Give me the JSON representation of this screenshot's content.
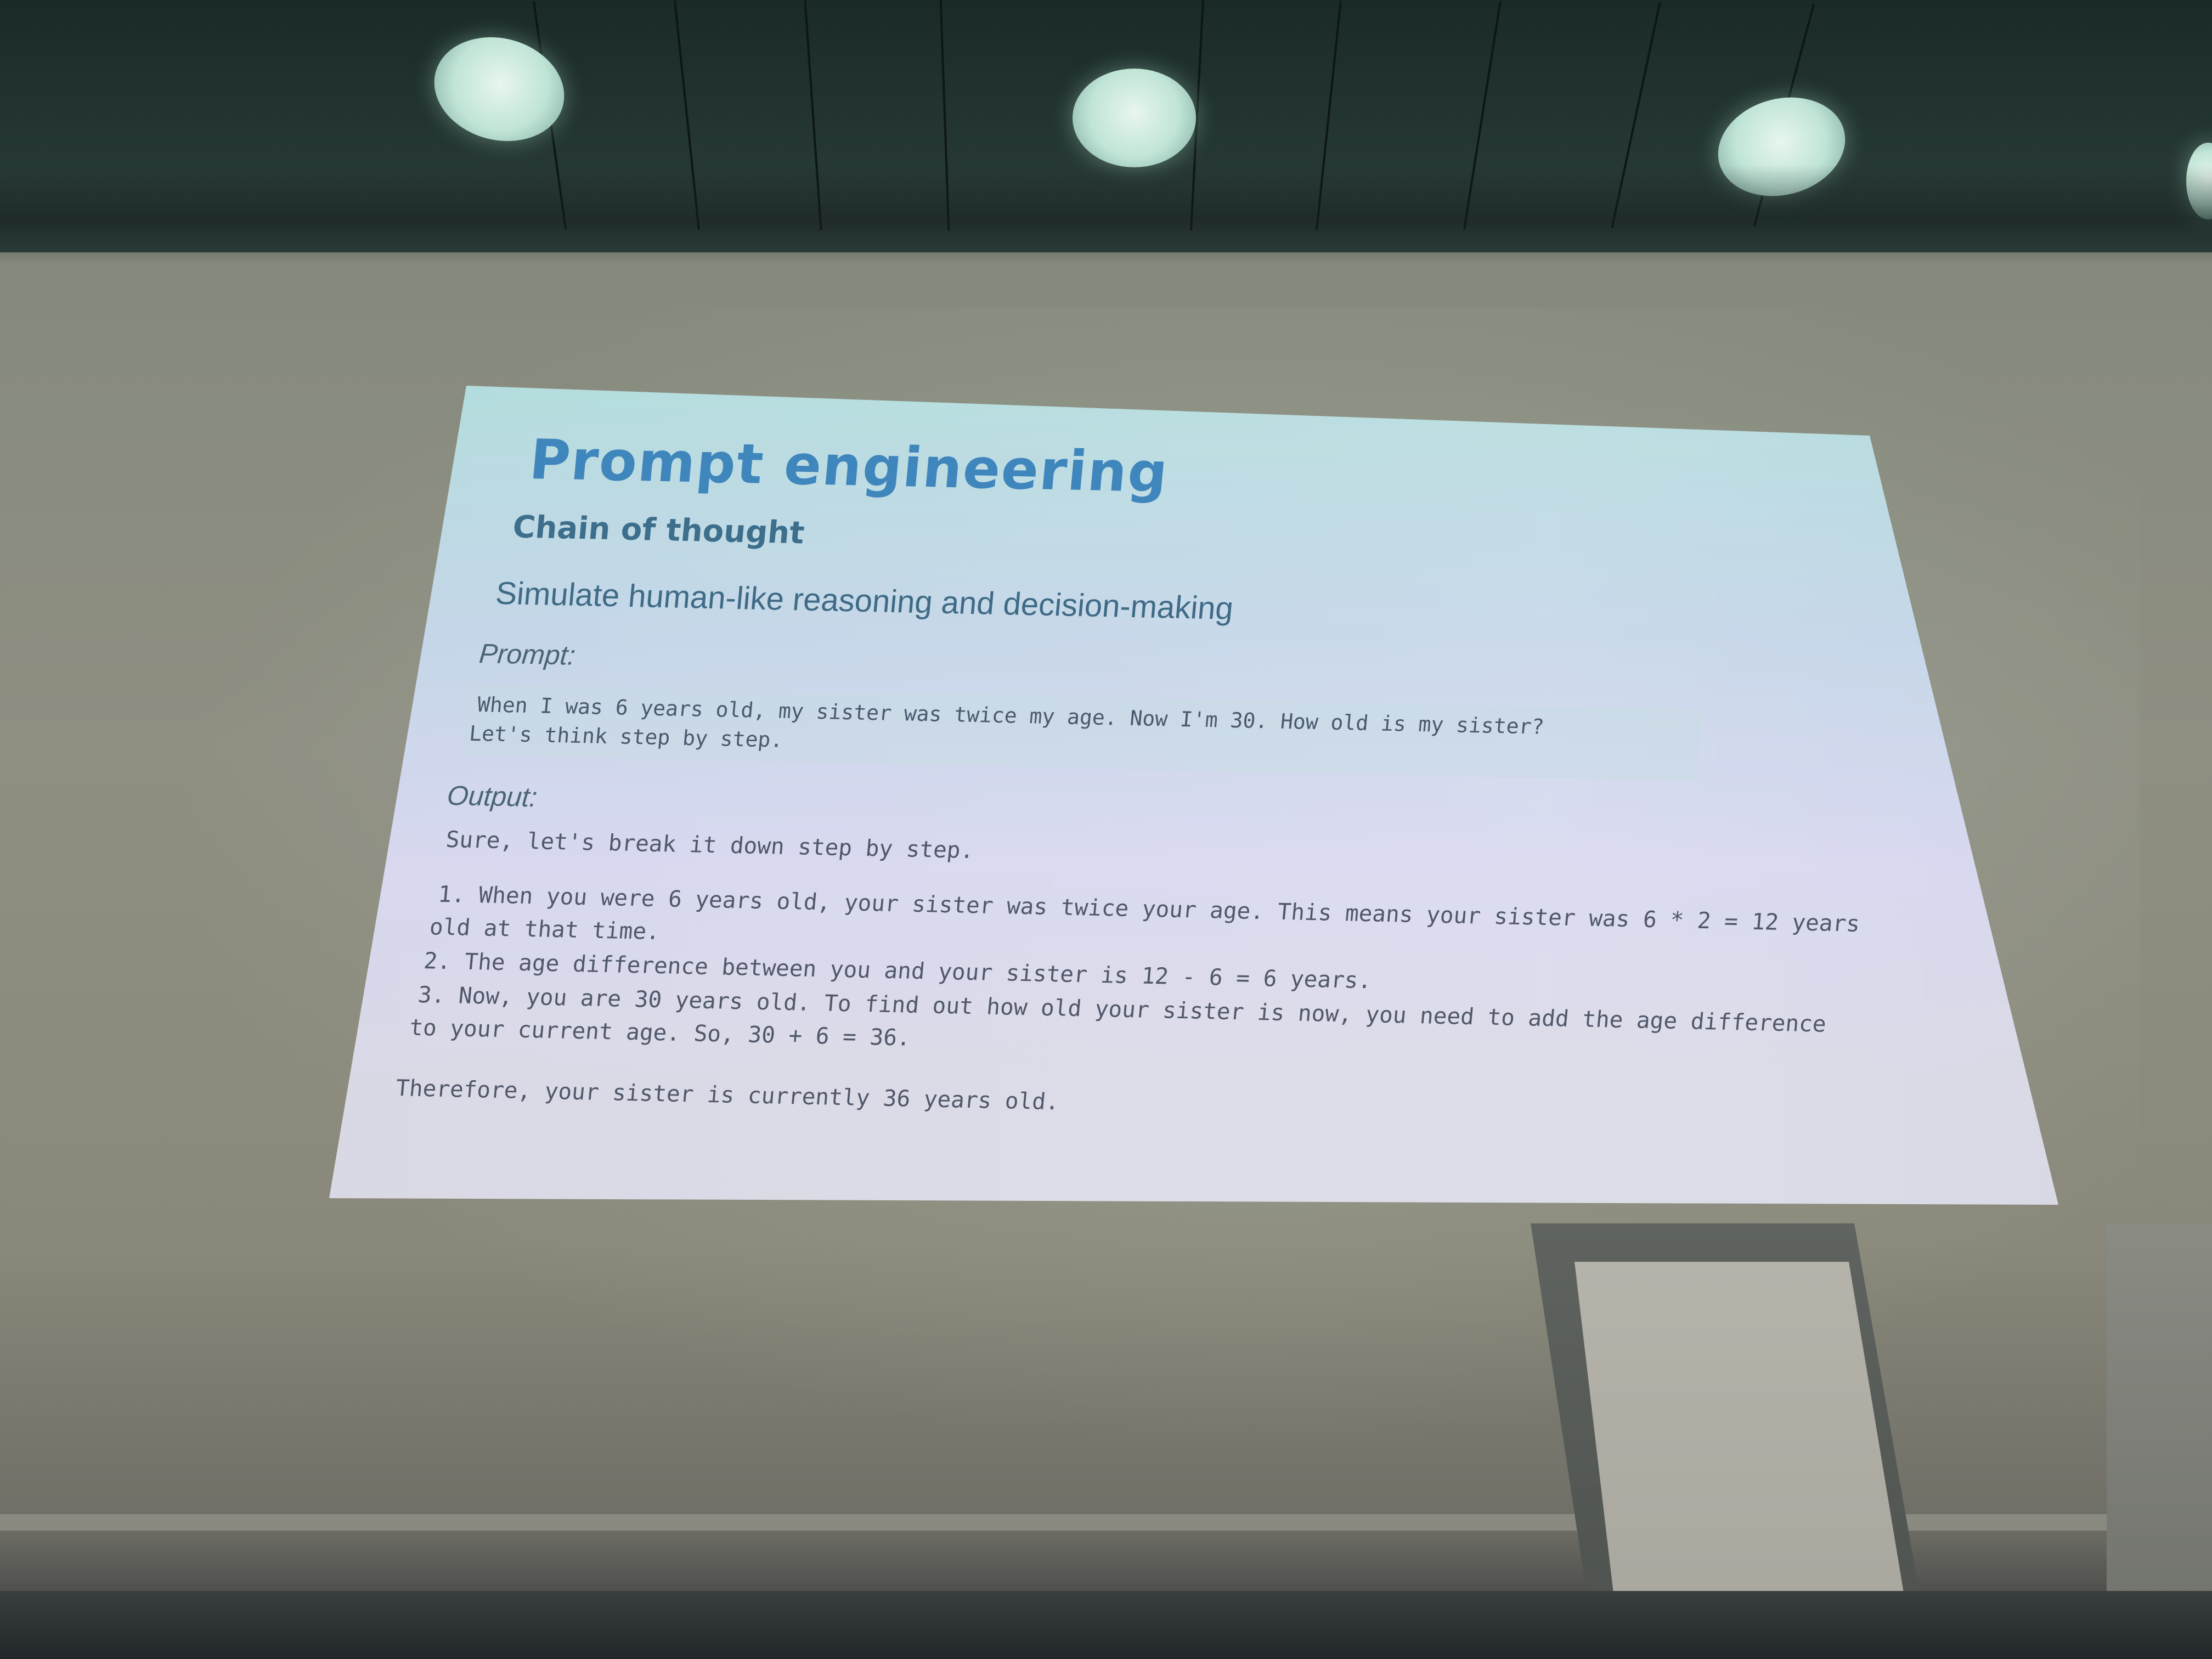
{
  "slide": {
    "title": "Prompt engineering",
    "subtitle": "Chain of thought",
    "tagline": "Simulate human-like reasoning and decision-making",
    "prompt_label": "Prompt:",
    "prompt_lines": [
      "When I was 6 years old, my sister was twice my age. Now I'm 30. How old is my sister?",
      "Let's think step by step."
    ],
    "output_label": "Output:",
    "output_intro": "Sure, let's break it down step by step.",
    "output_steps": [
      "1. When you were 6 years old, your sister was twice your age. This means your sister was 6 * 2 = 12 years",
      "old at that time.",
      "2. The age difference between you and your sister is 12 - 6 = 6 years.",
      "3. Now, you are 30 years old. To find out how old your sister is now, you need to add the age difference",
      "to your current age. So, 30 + 6 = 36."
    ],
    "conclusion": "Therefore, your sister is currently 36 years old."
  },
  "colors": {
    "title": "#3f86bd",
    "subtitle": "#3d6f8c",
    "screen_top": "#8cdccc",
    "screen_bottom": "#cfd2da"
  }
}
